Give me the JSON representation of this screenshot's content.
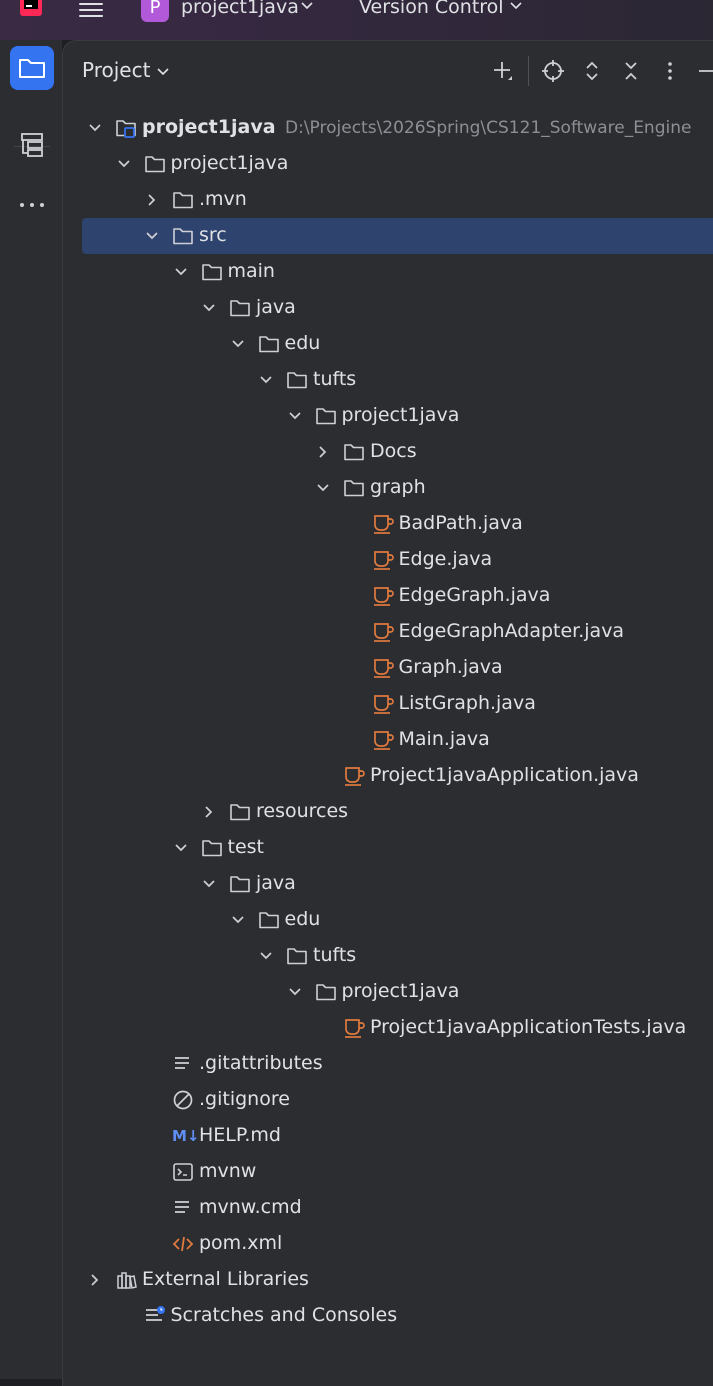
{
  "titlebar": {
    "project_badge": "P",
    "project_name": "project1java",
    "vcs_label": "Version Control"
  },
  "panel": {
    "title": "Project"
  },
  "tree": [
    {
      "label": "project1java",
      "path": "D:\\Projects\\2026Spring\\CS121_Software_Engine",
      "icon": "module-icon",
      "twisty": "expanded",
      "bold": true
    },
    {
      "label": "project1java",
      "icon": "folder-icon",
      "twisty": "expanded"
    },
    {
      "label": ".mvn",
      "icon": "folder-icon",
      "twisty": "collapsed"
    },
    {
      "label": "src",
      "icon": "folder-icon",
      "twisty": "expanded",
      "selected": true
    },
    {
      "label": "main",
      "icon": "folder-icon",
      "twisty": "expanded"
    },
    {
      "label": "java",
      "icon": "folder-icon",
      "twisty": "expanded"
    },
    {
      "label": "edu",
      "icon": "folder-icon",
      "twisty": "expanded"
    },
    {
      "label": "tufts",
      "icon": "folder-icon",
      "twisty": "expanded"
    },
    {
      "label": "project1java",
      "icon": "folder-icon",
      "twisty": "expanded"
    },
    {
      "label": "Docs",
      "icon": "folder-icon",
      "twisty": "collapsed"
    },
    {
      "label": "graph",
      "icon": "folder-icon",
      "twisty": "expanded"
    },
    {
      "label": "BadPath.java",
      "icon": "java-file-icon"
    },
    {
      "label": "Edge.java",
      "icon": "java-file-icon"
    },
    {
      "label": "EdgeGraph.java",
      "icon": "java-file-icon"
    },
    {
      "label": "EdgeGraphAdapter.java",
      "icon": "java-file-icon"
    },
    {
      "label": "Graph.java",
      "icon": "java-file-icon"
    },
    {
      "label": "ListGraph.java",
      "icon": "java-file-icon"
    },
    {
      "label": "Main.java",
      "icon": "java-file-icon"
    },
    {
      "label": "Project1javaApplication.java",
      "icon": "java-file-icon"
    },
    {
      "label": "resources",
      "icon": "folder-icon",
      "twisty": "collapsed"
    },
    {
      "label": "test",
      "icon": "folder-icon",
      "twisty": "expanded"
    },
    {
      "label": "java",
      "icon": "folder-icon",
      "twisty": "expanded"
    },
    {
      "label": "edu",
      "icon": "folder-icon",
      "twisty": "expanded"
    },
    {
      "label": "tufts",
      "icon": "folder-icon",
      "twisty": "expanded"
    },
    {
      "label": "project1java",
      "icon": "folder-icon",
      "twisty": "expanded"
    },
    {
      "label": "Project1javaApplicationTests.java",
      "icon": "java-file-icon"
    },
    {
      "label": ".gitattributes",
      "icon": "text-file-icon"
    },
    {
      "label": ".gitignore",
      "icon": "ignore-file-icon"
    },
    {
      "label": "HELP.md",
      "icon": "markdown-file-icon",
      "icon_text": "M↓"
    },
    {
      "label": "mvnw",
      "icon": "shell-script-icon"
    },
    {
      "label": "mvnw.cmd",
      "icon": "text-file-icon"
    },
    {
      "label": "pom.xml",
      "icon": "xml-file-icon"
    },
    {
      "label": "External Libraries",
      "icon": "library-icon",
      "twisty": "collapsed"
    },
    {
      "label": "Scratches and Consoles",
      "icon": "scratches-icon"
    }
  ],
  "colors": {
    "accent": "#3574f0",
    "selection": "#2e436e",
    "java_icon": "#e07a3f",
    "project_badge": "#b159d8"
  }
}
